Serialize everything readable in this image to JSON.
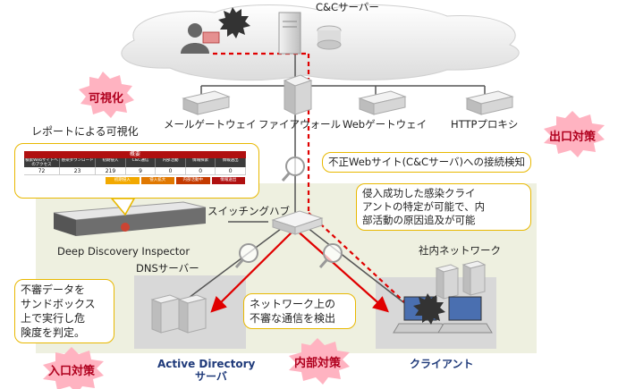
{
  "nodes": {
    "cc_server": "C&Cサーバー",
    "mail_gateway": "メールゲートウェイ",
    "firewall": "ファイアウォール",
    "web_gateway": "Webゲートウェイ",
    "http_proxy": "HTTPプロキシ",
    "switching_hub": "スイッチングハブ",
    "ddi": "Deep Discovery Inspector",
    "dns_server": "DNSサーバー",
    "internal_network": "社内ネットワーク",
    "active_directory_line1": "Active Directory",
    "active_directory_line2": "サーバ",
    "client": "クライアント"
  },
  "labels": {
    "report_visualization": "レポートによる可視化"
  },
  "bursts": {
    "visualization": "可視化",
    "exit_measures": "出口対策",
    "entry_measures": "入口対策",
    "internal_measures": "内部対策"
  },
  "callouts": {
    "cc_detection": "不正Webサイト(C&Cサーバ)への接続検知",
    "infected_client_line1": "侵入成功した感染クライ",
    "infected_client_line2": "アントの特定が可能で、内",
    "infected_client_line3": "部活動の原因追及が可能",
    "sandbox_line1": "不審データを",
    "sandbox_line2": "サンドボックス",
    "sandbox_line3": "上で実行し危",
    "sandbox_line4": "険度を判定。",
    "suspicious_traffic_line1": "ネットワーク上の",
    "suspicious_traffic_line2": "不審な通信を検出"
  },
  "report_table": {
    "title": "概要",
    "headers": [
      "検索Webサイトへのアクセス",
      "感染ダウンロード",
      "初期侵入",
      "C&C通信",
      "内部活動",
      "情報探索",
      "情報送出"
    ],
    "values": [
      "72",
      "23",
      "219",
      "9",
      "0",
      "0",
      "0"
    ],
    "stages": [
      "初期侵入",
      "侵入拡大",
      "内部活動中",
      "情報送出"
    ]
  },
  "colors": {
    "attack_line": "#e00000",
    "callout_border": "#e8b800",
    "burst_fill": "#ffb3c1",
    "burst_text": "#b0001e",
    "zone_fill": "#eef0e0"
  }
}
